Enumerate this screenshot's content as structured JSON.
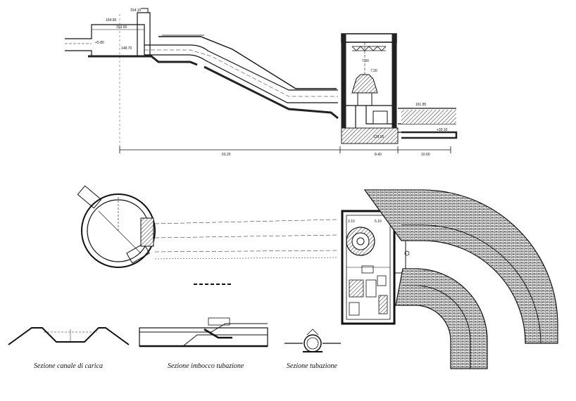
{
  "drawing": {
    "elevation_labels": {
      "canal_top": "154.90",
      "canal_water": "153.00",
      "intake_left": "+5.80",
      "intake_top": "154.10",
      "forebay_bottom": "148.70",
      "tailrace_top": "161.85",
      "tailrace_water": "129.05",
      "tailrace_right": "+30.10",
      "machine_level_a": "7.30",
      "machine_level_b": "7.30"
    },
    "dimension_labels": {
      "penstock_length": "53.20",
      "plant_width": "8.40",
      "tail_length": "10.60"
    },
    "plan_labels": {
      "room_dim_a": "3.10",
      "room_dim_b": "5.10"
    },
    "captions": {
      "section_canal": "Sezione canale di carica",
      "section_intake": "Sezione imbocco tubazione",
      "section_pipe": "Sezione tubazione"
    }
  }
}
